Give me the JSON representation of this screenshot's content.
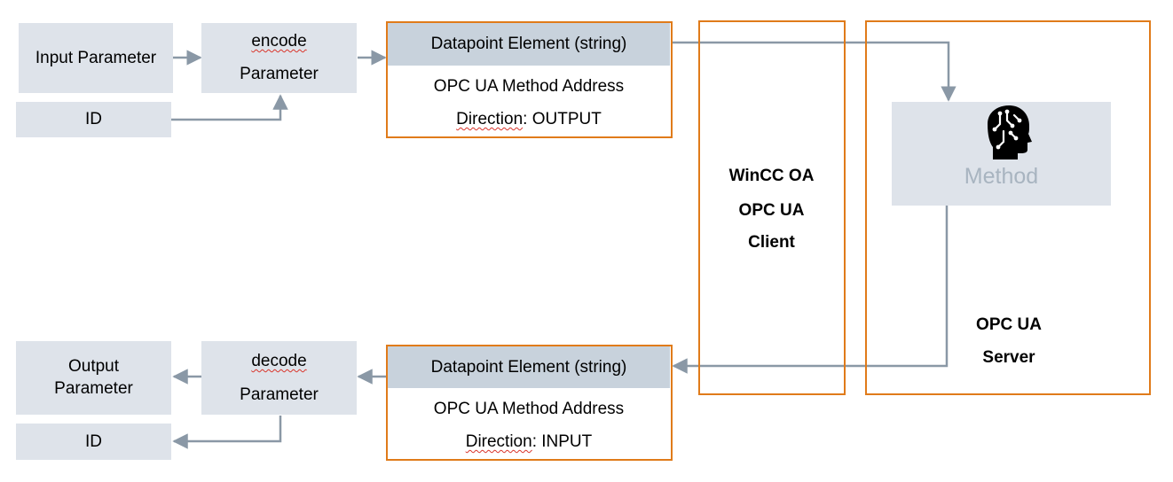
{
  "top": {
    "input_parameter": "Input Parameter",
    "id_label": "ID",
    "encode_word": "encode",
    "encode_param": "Parameter",
    "dpe_header": "Datapoint Element (string)",
    "method_address": "OPC UA Method Address",
    "direction_word": "Direction",
    "direction_value": ": OUTPUT"
  },
  "bottom": {
    "output_parameter_line1": "Output",
    "output_parameter_line2": "Parameter",
    "id_label": "ID",
    "decode_word": "decode",
    "decode_param": "Parameter",
    "dpe_header": "Datapoint Element (string)",
    "method_address": "OPC UA Method Address",
    "direction_word": "Direction",
    "direction_value": ": INPUT"
  },
  "client": {
    "line1": "WinCC OA",
    "line2": "OPC UA",
    "line3": "Client"
  },
  "server": {
    "line1": "OPC UA",
    "line2": "Server",
    "method_label": "Method"
  },
  "icon": "head-circuit-icon",
  "colors": {
    "box_fill": "#dee3ea",
    "header_fill": "#c8d2dc",
    "orange_border": "#e07b1a",
    "arrow": "#8a98a6",
    "method_text": "#a8b4c0"
  }
}
